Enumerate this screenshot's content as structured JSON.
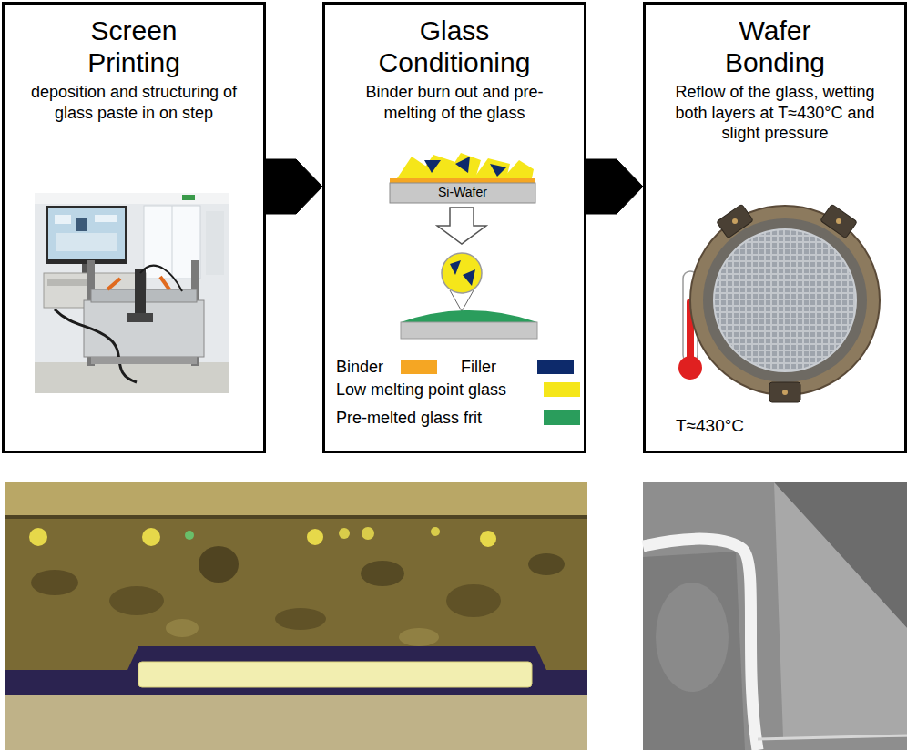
{
  "diagram": {
    "nodes": [
      {
        "text": [
          "Screen Printing",
          "deposition and structuring of glass paste in on step"
        ]
      },
      {
        "text": [
          "Glass Conditioning",
          "Binder burn out and pre-melting of the glass"
        ]
      },
      {
        "text": [
          "Wafer Bonding",
          "Reflow of the glass, wetting both layers at T≈430°C and slight pressure"
        ]
      }
    ],
    "edges": [
      {
        "from": 0,
        "to": 1,
        "arrow": "to"
      },
      {
        "from": 1,
        "to": 2,
        "arrow": "to"
      }
    ],
    "labels": [
      "Si-Wafer",
      "T≈430°C"
    ],
    "legend": [
      {
        "text": "Binder",
        "color": "#f5a623"
      },
      {
        "text": "Filler",
        "color": "#0d2a6b"
      },
      {
        "text": "Low melting point glass",
        "color": "#f5e61a"
      },
      {
        "text": "Pre-melted glass frit",
        "color": "#2a9d5c"
      }
    ]
  }
}
